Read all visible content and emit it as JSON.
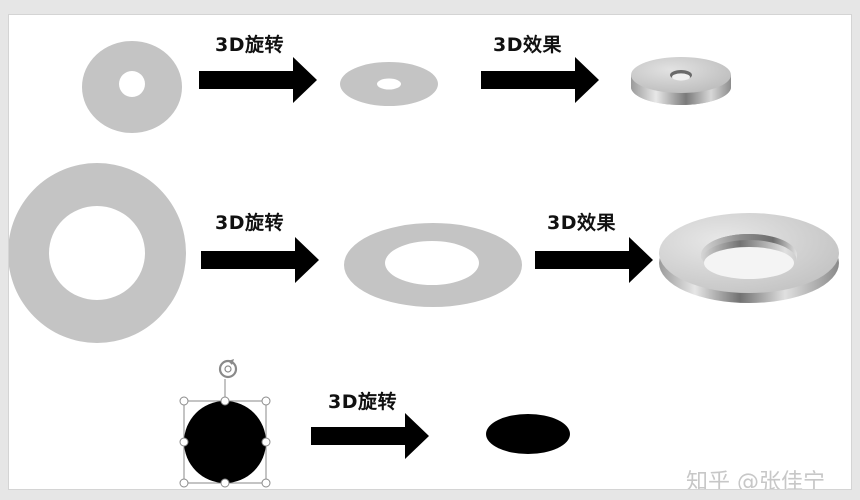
{
  "slide": {
    "rows": [
      {
        "step1_label": "3D旋转",
        "step2_label": "3D效果"
      },
      {
        "step1_label": "3D旋转",
        "step2_label": "3D效果"
      },
      {
        "step1_label": "3D旋转"
      }
    ]
  },
  "watermark": "知乎 @张佳宁",
  "colors": {
    "ring_fill": "#c4c4c4",
    "selected_circle": "#000000",
    "arrow": "#000000",
    "handle": "#ffffff"
  },
  "icons": {
    "rotate_handle": "rotate-icon"
  }
}
